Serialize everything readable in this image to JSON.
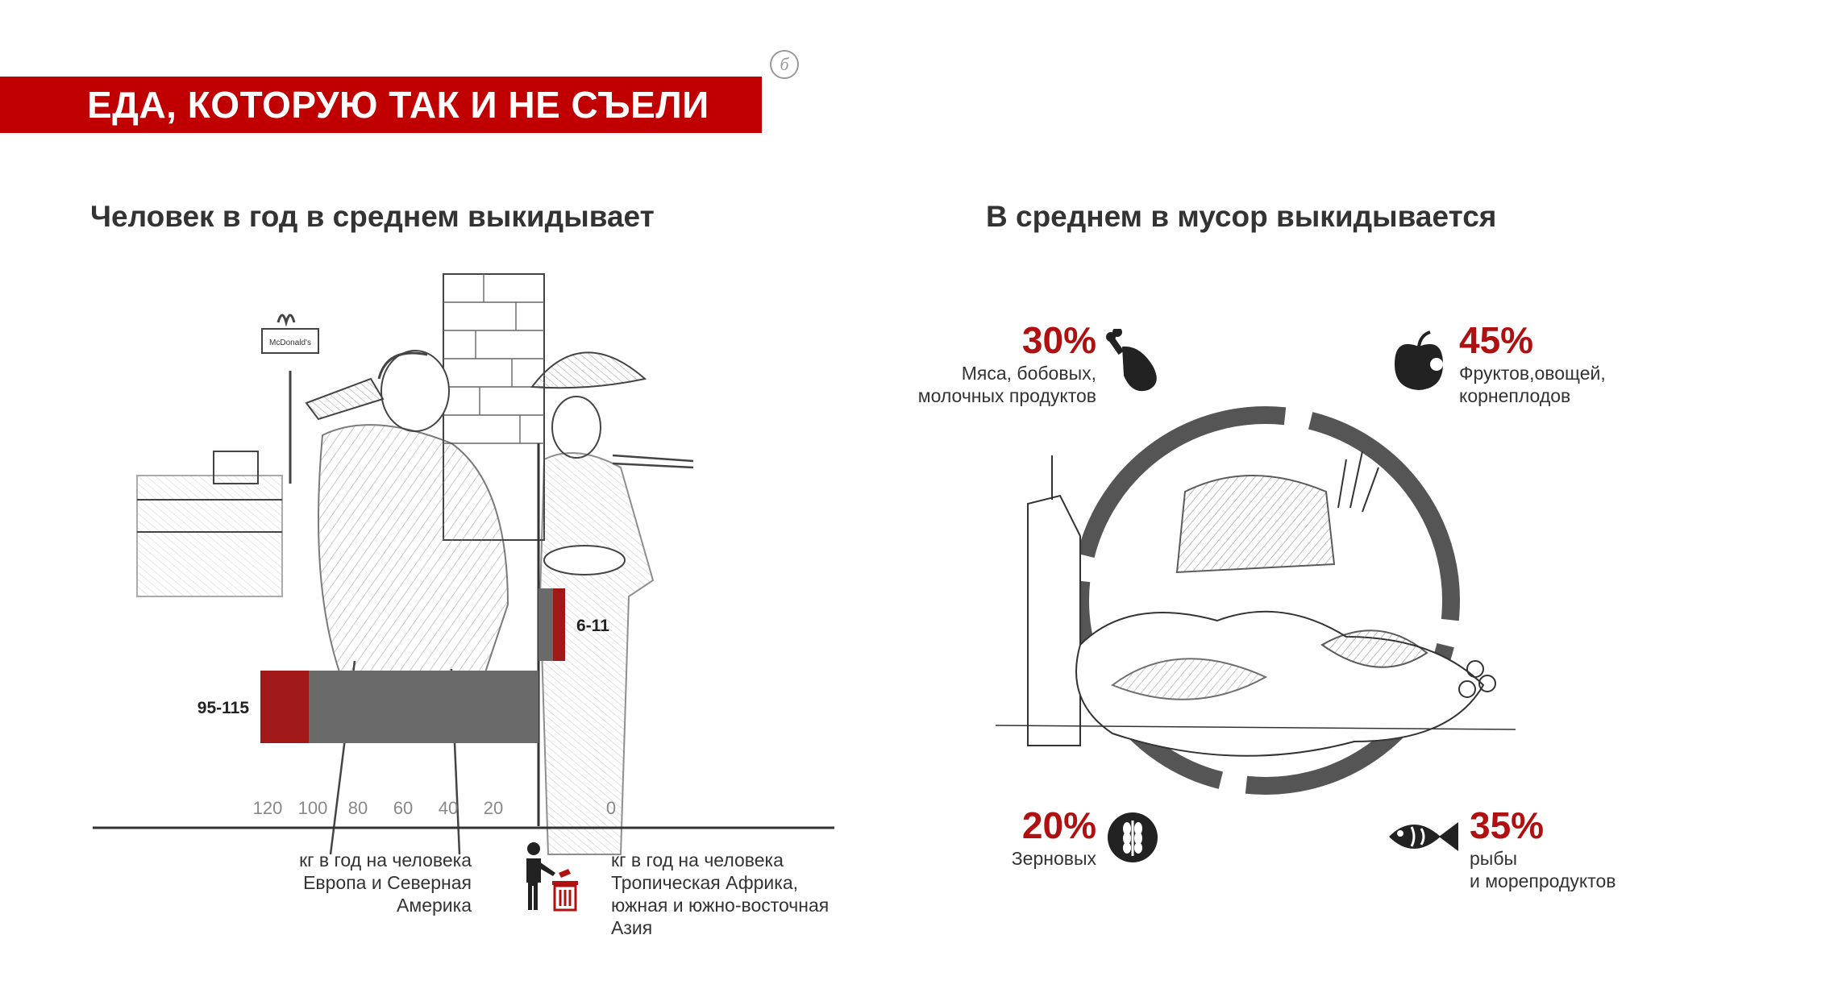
{
  "header": {
    "title": "ЕДА, КОТОРУЮ ТАК И НЕ СЪЕЛИ",
    "logo_glyph": "б"
  },
  "left": {
    "heading": "Человек в год в среднем выкидывает",
    "illustration_sign_text": "McDonald's"
  },
  "right": {
    "heading": "В среднем в мусор выкидывается"
  },
  "chart_data": [
    {
      "type": "bar",
      "title": "Человек в год в среднем выкидывает",
      "orientation": "horizontal-diverging",
      "xlim": [
        0,
        120
      ],
      "left_ticks": [
        "120",
        "100",
        "80",
        "60",
        "40",
        "20"
      ],
      "right_ticks": [
        "0"
      ],
      "series": [
        {
          "side": "left",
          "label": "95-115",
          "range": [
            95,
            115
          ],
          "caption": [
            "кг в год на человека",
            "Европа и Северная",
            "Америка"
          ]
        },
        {
          "side": "right",
          "label": "6-11",
          "range": [
            6,
            11
          ],
          "caption": [
            "кг в год на человека",
            "Тропическая Африка,",
            "южная и южно-восточная",
            "Азия"
          ]
        }
      ],
      "colors": {
        "range_red": "#a01818",
        "bar_gray": "#666666"
      }
    },
    {
      "type": "pie",
      "title": "В среднем в мусор выкидывается",
      "categories": [
        {
          "percent": "30%",
          "label_lines": [
            "Мяса, бобовых,",
            "молочных продуктов"
          ],
          "icon": "drumstick-icon"
        },
        {
          "percent": "45%",
          "label_lines": [
            "Фруктов,овощей,",
            "корнеплодов"
          ],
          "icon": "apple-icon"
        },
        {
          "percent": "20%",
          "label_lines": [
            "Зерновых"
          ],
          "icon": "wheat-icon"
        },
        {
          "percent": "35%",
          "label_lines": [
            "рыбы",
            "и морепродуктов"
          ],
          "icon": "fish-icon"
        }
      ],
      "colors": {
        "accent": "#b01010",
        "ring": "#555555"
      }
    }
  ]
}
